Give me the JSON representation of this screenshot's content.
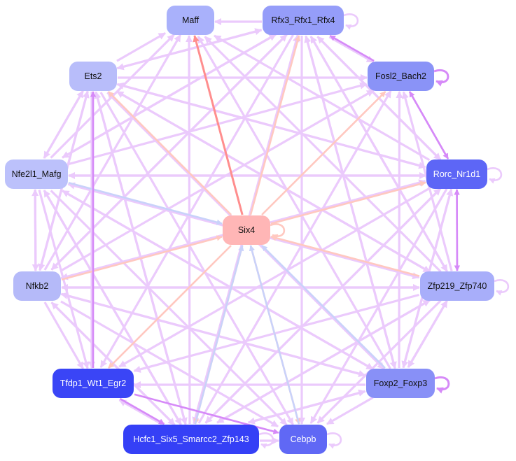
{
  "graph": {
    "nodes": [
      {
        "id": "Maff",
        "label": "Maff",
        "fill": "#a9b1fb",
        "text": "#111111"
      },
      {
        "id": "Rfx3",
        "label": "Rfx3_Rfx1_Rfx4",
        "fill": "#959df9",
        "text": "#111111"
      },
      {
        "id": "Ets2",
        "label": "Ets2",
        "fill": "#b8bdfa",
        "text": "#111111"
      },
      {
        "id": "Fosl2",
        "label": "Fosl2_Bach2",
        "fill": "#8a93f7",
        "text": "#111111"
      },
      {
        "id": "Nfe2l1",
        "label": "Nfe2l1_Mafg",
        "fill": "#bcc1fb",
        "text": "#111111"
      },
      {
        "id": "Rorc",
        "label": "Rorc_Nr1d1",
        "fill": "#5d66f6",
        "text": "#ffffff"
      },
      {
        "id": "Six4",
        "label": "Six4",
        "fill": "#ffb6b6",
        "text": "#111111"
      },
      {
        "id": "Nfkb2",
        "label": "Nfkb2",
        "fill": "#b5baf9",
        "text": "#111111"
      },
      {
        "id": "Zfp219",
        "label": "Zfp219_Zfp740",
        "fill": "#a8aefa",
        "text": "#111111"
      },
      {
        "id": "Tfdp1",
        "label": "Tfdp1_Wt1_Egr2",
        "fill": "#3a45f6",
        "text": "#ffffff"
      },
      {
        "id": "Foxp2",
        "label": "Foxp2_Foxp3",
        "fill": "#8890f7",
        "text": "#111111"
      },
      {
        "id": "Hcfc1",
        "label": "Hcfc1_Six5_Smarcc2_Zfp143",
        "fill": "#3540f6",
        "text": "#ffffff"
      },
      {
        "id": "Cebpb",
        "label": "Cebpb",
        "fill": "#6068f5",
        "text": "#ffffff"
      }
    ],
    "edge_colors": {
      "default": "#ebcafc",
      "red": "#ff8e8e",
      "peach": "#ffc8c0",
      "blue": "#c9d2fa",
      "purple": "#d68af8"
    },
    "highlight_edges": [
      [
        "Six4",
        "Maff",
        "red"
      ],
      [
        "Six4",
        "Rfx3",
        "peach"
      ],
      [
        "Six4",
        "Fosl2",
        "peach"
      ],
      [
        "Six4",
        "Rorc",
        "peach"
      ],
      [
        "Six4",
        "Ets2",
        "peach"
      ],
      [
        "Nfkb2",
        "Six4",
        "peach"
      ],
      [
        "Six4",
        "Tfdp1",
        "peach"
      ],
      [
        "Six4",
        "Hcfc1",
        "peach"
      ],
      [
        "Six4",
        "Cebpb",
        "peach"
      ],
      [
        "Zfp219",
        "Six4",
        "peach"
      ],
      [
        "Nfe2l1",
        "Six4",
        "blue"
      ],
      [
        "Foxp2",
        "Six4",
        "blue"
      ],
      [
        "Hcfc1",
        "Six4",
        "blue"
      ],
      [
        "Cebpb",
        "Six4",
        "blue"
      ],
      [
        "Tfdp1",
        "Ets2",
        "purple"
      ],
      [
        "Fosl2",
        "Rorc",
        "purple"
      ],
      [
        "Rorc",
        "Fosl2",
        "purple"
      ],
      [
        "Rorc",
        "Zfp219",
        "purple"
      ],
      [
        "Zfp219",
        "Rorc",
        "purple"
      ],
      [
        "Fosl2",
        "Rfx3",
        "purple"
      ],
      [
        "Tfdp1",
        "Hcfc1",
        "purple"
      ],
      [
        "Tfdp1",
        "Cebpb",
        "purple"
      ]
    ],
    "self_loops": [
      [
        "Rfx3",
        "default"
      ],
      [
        "Fosl2",
        "purple"
      ],
      [
        "Rorc",
        "default"
      ],
      [
        "Six4",
        "peach"
      ],
      [
        "Zfp219",
        "default"
      ],
      [
        "Foxp2",
        "purple"
      ],
      [
        "Hcfc1",
        "default"
      ],
      [
        "Cebpb",
        "default"
      ]
    ]
  }
}
